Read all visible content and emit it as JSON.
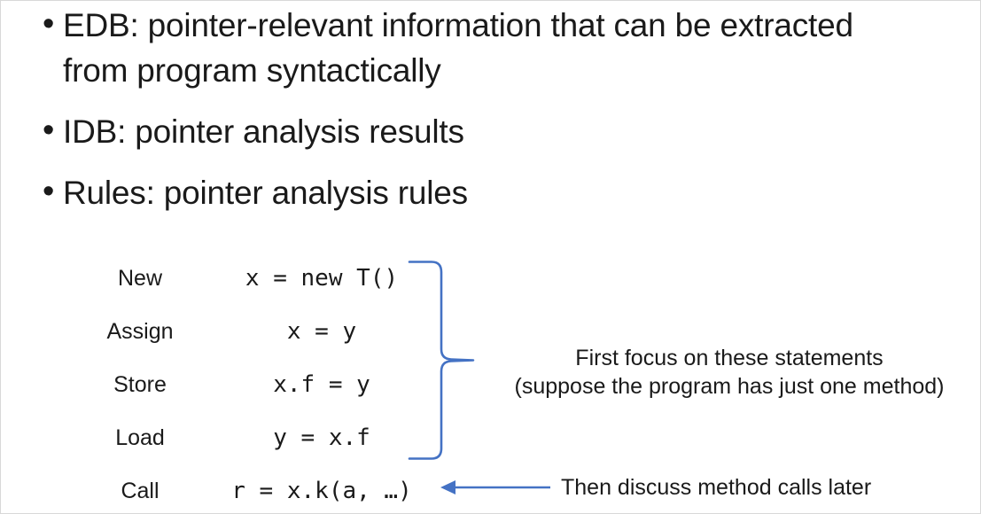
{
  "slide": {
    "background_color": "#ffffff",
    "text_color": "#1a1a1a",
    "accent_color": "#4472C4"
  },
  "bullets": [
    {
      "marker": "•",
      "text": "EDB: pointer-relevant information that can be extracted from program syntactically"
    },
    {
      "marker": "•",
      "text": "IDB: pointer analysis results"
    },
    {
      "marker": "•",
      "text": "Rules: pointer analysis rules"
    }
  ],
  "statements": [
    {
      "label": "New",
      "code": "x = new T()"
    },
    {
      "label": "Assign",
      "code": "x = y"
    },
    {
      "label": "Store",
      "code": "x.f = y"
    },
    {
      "label": "Load",
      "code": "y = x.f"
    },
    {
      "label": "Call",
      "code": "r = x.k(a, …)"
    }
  ],
  "annotations": {
    "brace_note_line1": "First focus on these statements",
    "brace_note_line2": "(suppose the program has just one method)",
    "arrow_note": "Then discuss method calls later"
  }
}
